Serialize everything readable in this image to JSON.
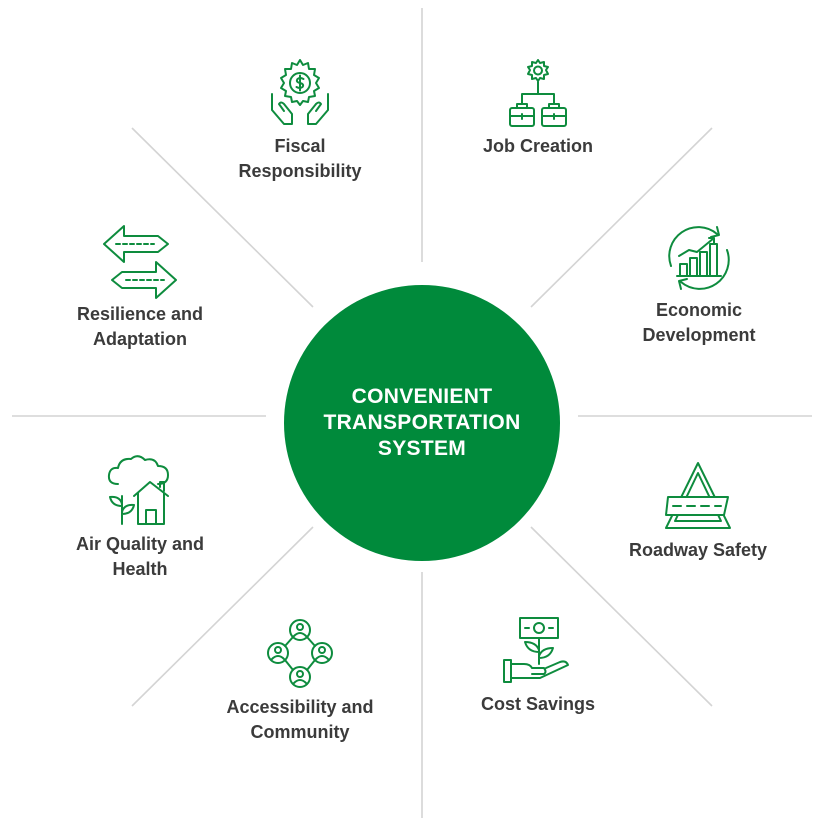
{
  "hub": {
    "lines": [
      "CONVENIENT",
      "TRANSPORTATION",
      "SYSTEM"
    ]
  },
  "benefits": [
    {
      "icon": "gear-dollar-hands-icon",
      "lines": [
        "Fiscal",
        "Responsibility"
      ]
    },
    {
      "icon": "org-chart-briefcase-icon",
      "lines": [
        "Job Creation"
      ]
    },
    {
      "icon": "growth-chart-cycle-icon",
      "lines": [
        "Economic",
        "Development"
      ]
    },
    {
      "icon": "road-warning-sign-icon",
      "lines": [
        "Roadway Safety"
      ]
    },
    {
      "icon": "money-plant-hand-icon",
      "lines": [
        "Cost Savings"
      ]
    },
    {
      "icon": "people-network-icon",
      "lines": [
        "Accessibility and",
        "Community"
      ]
    },
    {
      "icon": "cloud-house-plant-icon",
      "lines": [
        "Air Quality and",
        "Health"
      ]
    },
    {
      "icon": "two-way-arrows-icon",
      "lines": [
        "Resilience and",
        "Adaptation"
      ]
    }
  ],
  "colors": {
    "hub": "#008a3b",
    "icon": "#0e8c3e",
    "label": "#3b3b3b",
    "spokes": "#d4d4d4"
  }
}
